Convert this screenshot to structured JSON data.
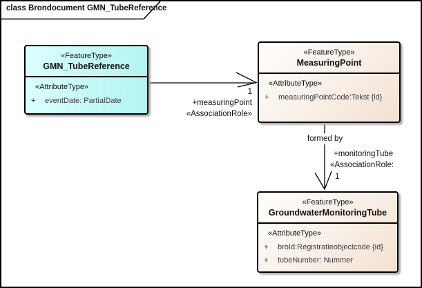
{
  "frame": {
    "title": "class Brondocument GMN_TubeReference"
  },
  "colors": {
    "cyan_fill": "#b2f4f0",
    "tan_fill": "#f3e2d3",
    "border": "#000000",
    "attribute_text": "#3c3c3c",
    "shadow": "#b3b3b3"
  },
  "classes": {
    "gmn": {
      "stereotype": "«FeatureType»",
      "name": "GMN_TubeReference",
      "attr_header": "«AttributeType»",
      "attributes": [
        {
          "vis": "+",
          "text": "eventDate: PartialDate"
        }
      ]
    },
    "measuring_point": {
      "stereotype": "«FeatureType»",
      "name": "MeasuringPoint",
      "attr_header": "«AttributeType»",
      "attributes": [
        {
          "vis": "+",
          "text": "measuringPointCode:Tekst {id}"
        }
      ]
    },
    "tube": {
      "stereotype": "«FeatureType»",
      "name": "GroundwaterMonitoringTube",
      "attr_header": "«AttributeType»",
      "attributes": [
        {
          "vis": "+",
          "text": "broId:Registratieobjectcode {id}"
        },
        {
          "vis": "+",
          "text": "tubeNumber: Nummer"
        }
      ]
    }
  },
  "associations": {
    "measuring_point_assoc": {
      "multiplicity": "1",
      "role": "+measuringPoint",
      "stereotype": "«AssociationRole»"
    },
    "monitoring_tube_assoc": {
      "name": "formed by",
      "role": "+monitoringTube",
      "stereotype": "«AssociationRole:",
      "multiplicity": "1"
    }
  }
}
